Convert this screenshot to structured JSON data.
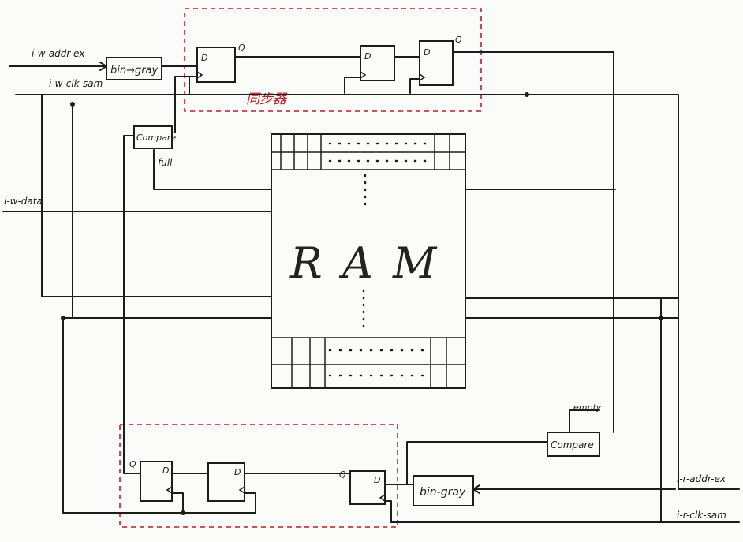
{
  "signals": {
    "w_addr": "i-w-addr-ex",
    "w_clk": "i-w-clk-sam",
    "w_data": "i-w-data",
    "r_addr": "i-r-addr-ex",
    "r_clk": "i-r-clk-sam"
  },
  "blocks": {
    "bin_gray_top": "bin→gray",
    "bin_gray_bottom": "bin-gray",
    "compare_top": "Compare",
    "compare_bottom": "Compare",
    "ram": "R A M",
    "synchronizer": "同步器"
  },
  "ports": {
    "d": "D",
    "q": "Q"
  },
  "flags": {
    "full": "full",
    "empty": "empty"
  },
  "colors": {
    "ink": "#1c1c1c",
    "sync_border": "#b5202a"
  }
}
